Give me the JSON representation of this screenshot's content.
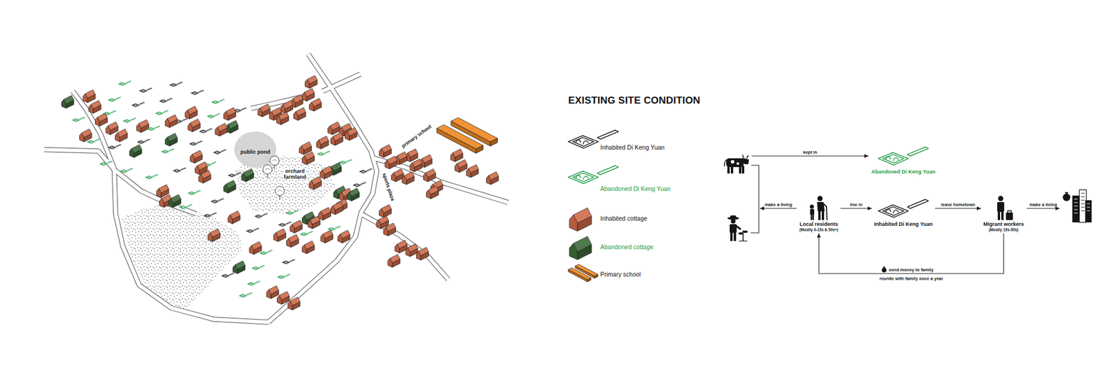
{
  "diagram": {
    "title": "EXISTING SITE CONDITION",
    "nodes": [
      {
        "text": [
          "Abandoned Di Keng Yuan"
        ]
      },
      {
        "text": [
          "Local residents",
          "(Mostly 0-15s & 50s+)"
        ]
      },
      {
        "text": [
          "Inhabited Di Keng Yuan"
        ]
      },
      {
        "text": [
          "Migrant workers",
          "(Mostly 15s-50s)"
        ]
      }
    ],
    "edges": [
      {
        "from": 1,
        "to": 2,
        "label": "live in",
        "arrow": "to"
      },
      {
        "from": 2,
        "to": 3,
        "label": "leave hometown",
        "arrow": "to"
      },
      {
        "from": 3,
        "to": 1,
        "label": "send money to family",
        "arrow": "to"
      }
    ],
    "labels": [
      "public pond",
      "orchard farmland",
      "primary school",
      "sports plaza",
      "kept in",
      "make a living",
      "make a living",
      "reunite with family once a year"
    ],
    "legend": [
      {
        "text": "Inhabited Di Keng Yuan"
      },
      {
        "text": "Abandoned Di Keng Yuan"
      },
      {
        "text": "Inhabited cottage",
        "color": "#d06a48"
      },
      {
        "text": "Abandoned cottage",
        "color": "#3e6a3a"
      },
      {
        "text": "Primary school",
        "color": "#f08a24"
      }
    ]
  }
}
